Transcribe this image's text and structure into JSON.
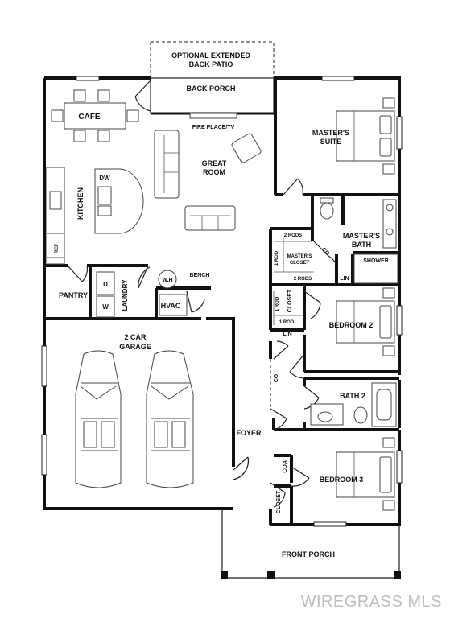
{
  "rooms": {
    "optional_patio_line1": "OPTIONAL EXTENDED",
    "optional_patio_line2": "BACK PATIO",
    "back_porch": "BACK PORCH",
    "cafe": "CAFE",
    "fireplace": "FIRE PLACE/TV",
    "great_room_line1": "GREAT",
    "great_room_line2": "ROOM",
    "kitchen": "KITCHEN",
    "dw": "DW",
    "ref": "REF",
    "masters_suite_line1": "MASTER'S",
    "masters_suite_line2": "SUITE",
    "masters_bath_line1": "MASTER'S",
    "masters_bath_line2": "BATH",
    "shower": "SHOWER",
    "lin_master": "LIN",
    "two_rods_top": "2 RODS",
    "two_rods_bottom": "2 RODS",
    "one_rod_master": "1 ROD",
    "masters_closet_line1": "MASTER'S",
    "masters_closet_line2": "CLOSET",
    "co_master": "CO",
    "pantry": "PANTRY",
    "d": "D",
    "w": "W",
    "laundry": "LAUNDRY",
    "wh": "W.H",
    "bench": "BENCH",
    "hvac": "HVAC",
    "garage_line1": "2 CAR",
    "garage_line2": "GARAGE",
    "one_rod_a": "1 ROD",
    "closet_bed2": "CLOSET",
    "one_rod_b": "1 ROD",
    "bedroom2": "BEDROOM 2",
    "lin_hall": "LIN",
    "co_hall": "CO",
    "bath2": "BATH 2",
    "foyer": "FOYER",
    "coat": "COAT",
    "bedroom3": "BEDROOM 3",
    "closet_bed3": "CLOSET",
    "front_porch": "FRONT PORCH"
  },
  "watermark": "WIREGRASS MLS"
}
